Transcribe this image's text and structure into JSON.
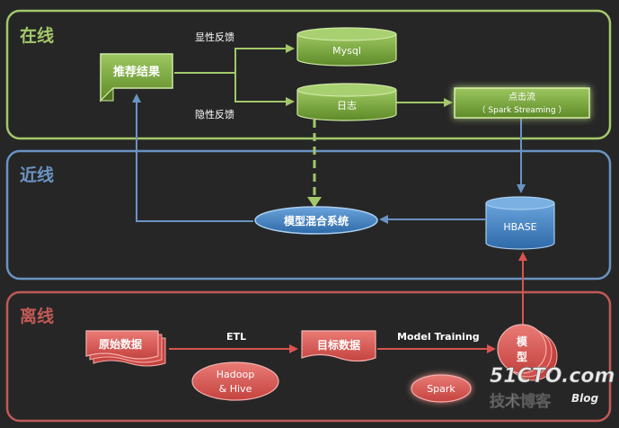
{
  "colors": {
    "background": "#262626",
    "online": "#a3c86a",
    "nearline": "#6a93c2",
    "offline": "#c05a57",
    "green_fill": "#79a63a",
    "blue_fill": "#3d7fc1",
    "red_fill": "#d9534f",
    "text": "#ffffff"
  },
  "zones": {
    "online": "在线",
    "nearline": "近线",
    "offline": "离线"
  },
  "nodes": {
    "recommend_result": "推荐结果",
    "mysql": "Mysql",
    "log": "日志",
    "click_stream": "点击流",
    "click_stream_sub": "（ Spark Streaming ）",
    "model_mix": "模型混合系统",
    "hbase": "HBASE",
    "raw_data": "原始数据",
    "target_data": "目标数据",
    "hadoop_hive_1": "Hadoop",
    "hadoop_hive_2": "& Hive",
    "spark": "Spark",
    "model_1": "模",
    "model_2": "型"
  },
  "edges": {
    "explicit_feedback": "显性反馈",
    "implicit_feedback": "隐性反馈",
    "etl": "ETL",
    "model_training": "Model  Training"
  },
  "watermark": {
    "site": "51CTO.com",
    "sub": "技术博客",
    "blog": "Blog"
  }
}
